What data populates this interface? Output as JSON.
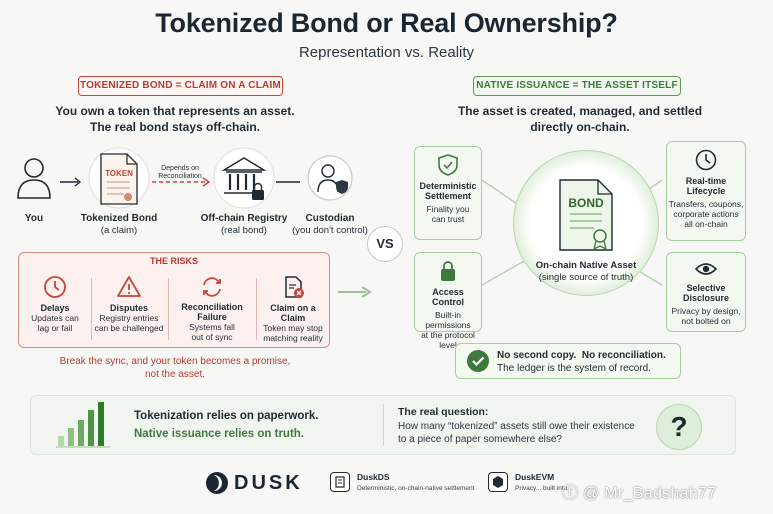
{
  "header": {
    "title": "Tokenized Bond or Real Ownership?",
    "subtitle": "Representation vs. Reality"
  },
  "left": {
    "pill": "TOKENIZED BOND = CLAIM ON A CLAIM",
    "desc_line1": "You own a token that represents an asset.",
    "desc_line2": "The real bond stays off-chain.",
    "token_label": "TOKEN",
    "arrow_label_1": "Depends on",
    "arrow_label_2": "Reconciliation",
    "nodes": [
      {
        "title": "You",
        "sub": ""
      },
      {
        "title": "Tokenized Bond",
        "sub": "(a claim)"
      },
      {
        "title": "Off-chain Registry",
        "sub": "(real bond)"
      },
      {
        "title": "Custodian",
        "sub": "(you don't control)"
      }
    ],
    "risks_title": "THE RISKS",
    "risks": [
      {
        "title": "Delays",
        "line1": "Updates can",
        "line2": "lag or fail",
        "line3": ""
      },
      {
        "title": "Disputes",
        "line1": "Registry entries",
        "line2": "can be challenged",
        "line3": ""
      },
      {
        "title": "Reconciliation",
        "title2": "Failure",
        "line1": "Systems fall",
        "line2": "out of sync",
        "line3": ""
      },
      {
        "title": "Claim on a Claim",
        "line1": "Token may stop",
        "line2": "matching reality",
        "line3": ""
      }
    ],
    "warning_line1": "Break the sync, and your token becomes a promise,",
    "warning_line2": "not the asset."
  },
  "vs": "VS",
  "right": {
    "pill": "NATIVE ISSUANCE = THE ASSET ITSELF",
    "desc_line1": "The asset is created, managed, and settled",
    "desc_line2": "directly on-chain.",
    "bond_label": "BOND",
    "center_title": "On-chain Native Asset",
    "center_sub": "(single source of truth)",
    "boxes": [
      {
        "title1": "Deterministic",
        "title2": "Settlement",
        "line1": "Finality you",
        "line2": "can trust",
        "line3": ""
      },
      {
        "title1": "Real-time",
        "title2": "Lifecycle",
        "line1": "Transfers, coupons,",
        "line2": "corporate actions",
        "line3": "all on-chain"
      },
      {
        "title1": "Access Control",
        "title2": "",
        "line1": "Built-in permissions",
        "line2": "at the protocol level",
        "line3": ""
      },
      {
        "title1": "Selective",
        "title2": "Disclosure",
        "line1": "Privacy by design,",
        "line2": "not bolted on",
        "line3": ""
      }
    ],
    "bottom_line1a": "No second copy.",
    "bottom_line1b": "No reconciliation.",
    "bottom_line2": "The ledger is the system of record."
  },
  "banner": {
    "line1": "Tokenization relies on paperwork.",
    "line2": "Native issuance relies on truth.",
    "q_title": "The real question:",
    "q_line1": "How many “tokenized” assets still owe their existence",
    "q_line2": "to a piece of paper somewhere else?",
    "qmark": "?"
  },
  "footer": {
    "brand": "DUSK",
    "items": [
      {
        "title": "DuskDS",
        "sub": "Deterministic, on-chain-native settlement"
      },
      {
        "title": "DuskEVM",
        "sub": "Privacy... built into..."
      }
    ],
    "watermark": "ⓣ @ Mr_Badshah77"
  },
  "colors": {
    "red_accent": "#b83a30",
    "green_accent": "#3f7a3d",
    "dark_text": "#1a2733"
  }
}
